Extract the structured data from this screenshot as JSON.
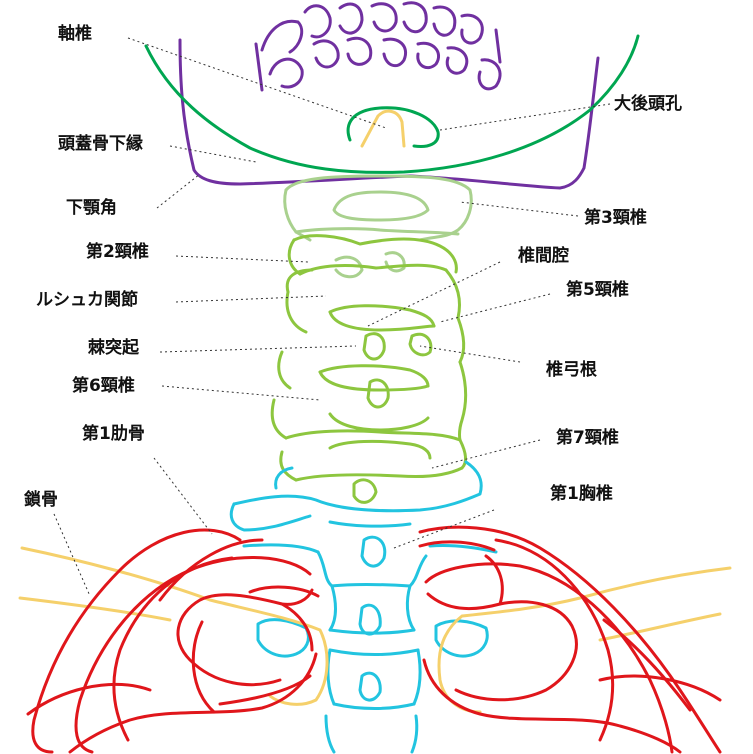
{
  "labels": {
    "axis": "軸椎",
    "foramen_magnum": "大後頭孔",
    "skull_lower_margin": "頭蓋骨下縁",
    "mandible_angle": "下顎角",
    "c3": "第3頸椎",
    "c2": "第2頸椎",
    "intervertebral_space": "椎間腔",
    "luschka_joint": "ルシュカ関節",
    "c5": "第5頸椎",
    "spinous_process": "棘突起",
    "pedicle": "椎弓根",
    "c6": "第6頸椎",
    "first_rib": "第1肋骨",
    "c7": "第7頸椎",
    "clavicle": "鎖骨",
    "t1": "第1胸椎"
  },
  "colors": {
    "mandible": "#7030a0",
    "skull_base": "#00a651",
    "upper_cervical": "#a9d18e",
    "lower_cervical": "#8dc63f",
    "thoracic": "#22c4e0",
    "ribs": "#e0161b",
    "clavicle": "#f5d06b",
    "odontoid": "#f5d06b"
  }
}
